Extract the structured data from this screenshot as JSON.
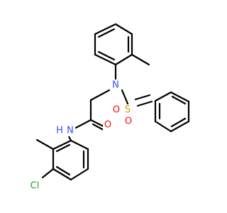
{
  "molecule": {
    "atoms": {
      "N_amide": {
        "label": "N",
        "color": "#3050F8"
      },
      "H_amide": {
        "label": "H",
        "color": "#3050F8"
      },
      "O_carbonyl": {
        "label": "O",
        "color": "#FF0D0D"
      },
      "N_sulfonamide": {
        "label": "N",
        "color": "#3050F8"
      },
      "S": {
        "label": "S",
        "color": "#C8A000"
      },
      "O_s1": {
        "label": "O",
        "color": "#FF0D0D"
      },
      "O_s2": {
        "label": "O",
        "color": "#FF0D0D"
      },
      "Cl": {
        "label": "Cl",
        "color": "#1FA01F"
      }
    },
    "bond_color": "#000000"
  }
}
